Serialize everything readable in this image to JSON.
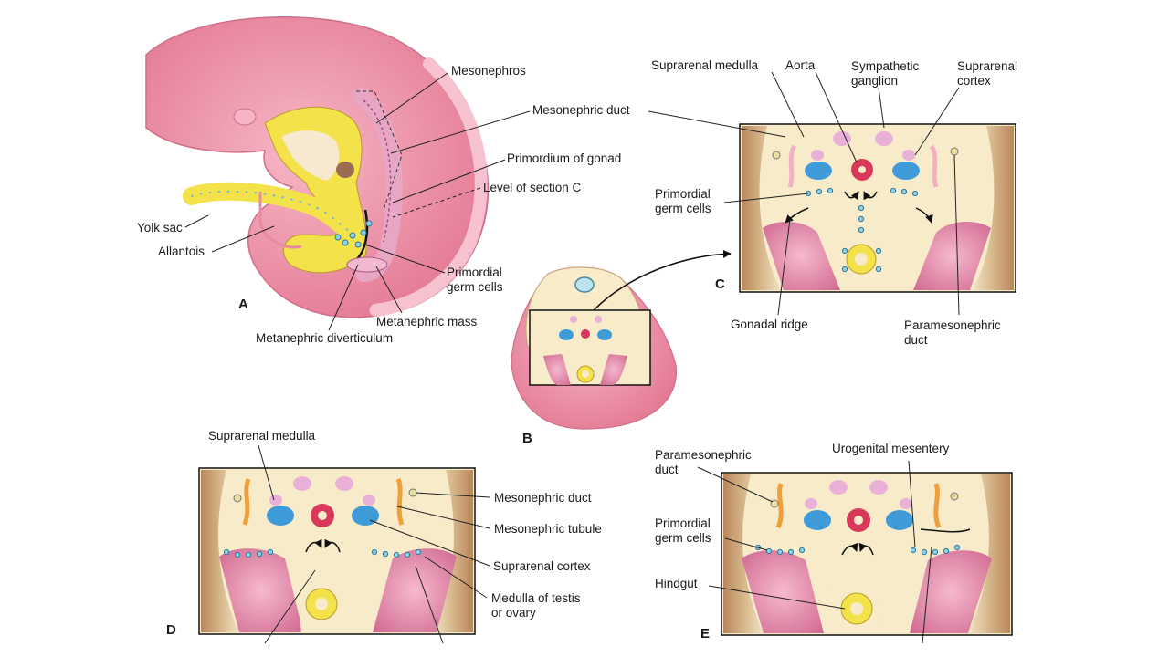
{
  "panels": {
    "a": "A",
    "b": "B",
    "c": "C",
    "d": "D",
    "e": "E"
  },
  "labels": {
    "a_mesonephros": "Mesonephros",
    "a_mesonephric_duct": "Mesonephric duct",
    "a_primordium_gonad": "Primordium of gonad",
    "a_level_section": "Level of section C",
    "a_yolk_sac": "Yolk sac",
    "a_allantois": "Allantois",
    "a_primordial_germ": "Primordial\ngerm cells",
    "a_metanephric_mass": "Metanephric mass",
    "a_metanephric_div": "Metanephric diverticulum",
    "c_suprarenal_medulla": "Suprarenal medulla",
    "c_aorta": "Aorta",
    "c_sympathetic": "Sympathetic\nganglion",
    "c_suprarenal_cortex": "Suprarenal\ncortex",
    "c_primordial_germ": "Primordial\ngerm cells",
    "c_gonadal_ridge": "Gonadal ridge",
    "c_paramesonephric": "Paramesonephric\nduct",
    "d_suprarenal_medulla": "Suprarenal medulla",
    "d_mesonephric_duct": "Mesonephric duct",
    "d_mesonephric_tubule": "Mesonephric tubule",
    "d_suprarenal_cortex": "Suprarenal cortex",
    "d_medulla_testis": "Medulla of testis\nor ovary",
    "e_paramesonephric": "Paramesonephric\nduct",
    "e_urogenital": "Urogenital mesentery",
    "e_primordial_germ": "Primordial\ngerm cells",
    "e_hindgut": "Hindgut"
  },
  "colors": {
    "embryo_pink": "#ee8aa2",
    "tissue_beige": "#f7ebc9",
    "tan_shadow": "#c9a477",
    "blue_cortex": "#3f9ad8",
    "red_aorta": "#d8385a",
    "yellow_duct": "#f3e24a",
    "lilac_medulla": "#e9b0d8"
  }
}
